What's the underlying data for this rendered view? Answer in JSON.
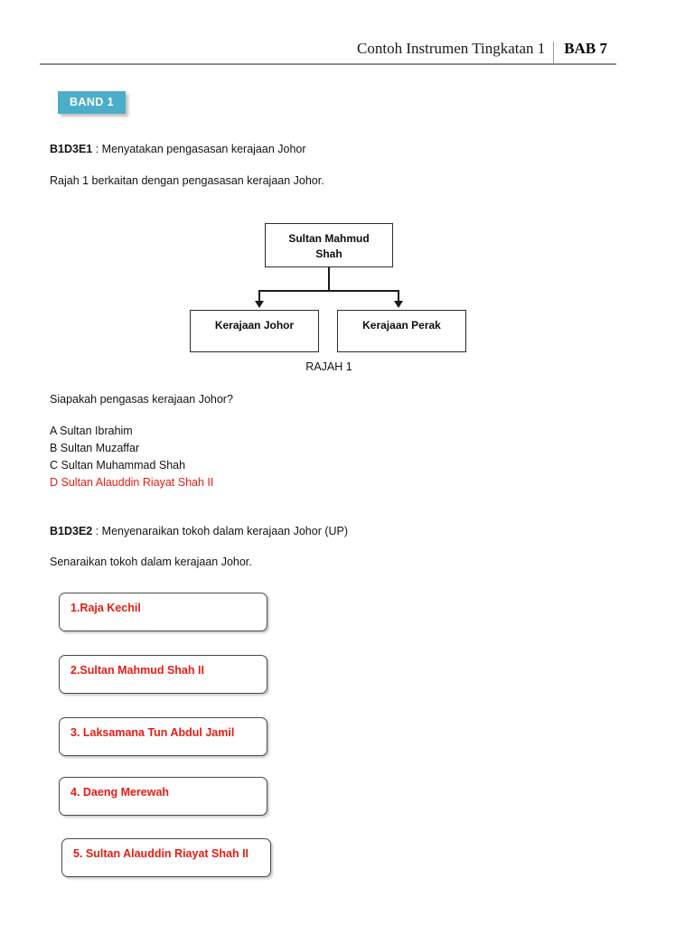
{
  "header": {
    "title": "Contoh Instrumen Tingkatan 1",
    "chapter": "BAB 7"
  },
  "band": {
    "label": "BAND 1",
    "color": "#4badc7"
  },
  "colors": {
    "answer_red": "#e81c14",
    "text_black": "#131313"
  },
  "section1": {
    "code": "B1D3E1",
    "objective": " : Menyatakan pengasasan kerajaan Johor",
    "intro": "Rajah 1 berkaitan dengan pengasasan kerajaan Johor.",
    "question": "Siapakah pengasas kerajaan Johor?",
    "options": [
      {
        "text": "A Sultan Ibrahim",
        "correct": false
      },
      {
        "text": "B Sultan Muzaffar",
        "correct": false
      },
      {
        "text": "C Sultan Muhammad Shah",
        "correct": false
      },
      {
        "text": "D Sultan Alauddin Riayat Shah II",
        "correct": true
      }
    ]
  },
  "diagram": {
    "caption": "RAJAH 1",
    "root": "Sultan Mahmud Shah",
    "root_line1": "Sultan Mahmud",
    "root_line2": "Shah",
    "children": [
      "Kerajaan Johor",
      "Kerajaan Perak"
    ]
  },
  "section2": {
    "code": "B1D3E2",
    "objective": " : Menyenaraikan tokoh dalam kerajaan Johor (UP)",
    "instruction": "Senaraikan tokoh dalam kerajaan Johor.",
    "answers": [
      "1.Raja Kechil",
      "2.Sultan Mahmud Shah II",
      "3. Laksamana Tun Abdul Jamil",
      "4. Daeng Merewah",
      "5. Sultan Alauddin Riayat Shah II"
    ]
  }
}
